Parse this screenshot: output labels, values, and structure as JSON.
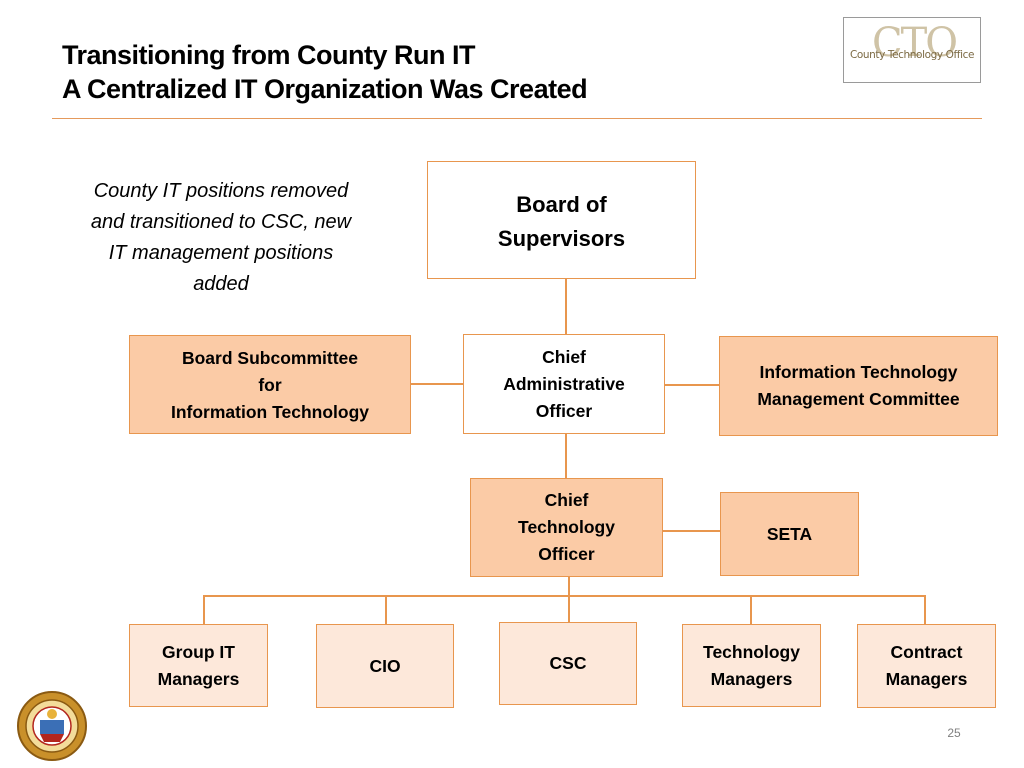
{
  "slide": {
    "title_line1": "Transitioning from County Run IT",
    "title_line2": "A Centralized IT Organization Was Created",
    "page_number": "25"
  },
  "logo": {
    "mark": "CTO",
    "text": "County Technology Office"
  },
  "note": {
    "lines": [
      "County IT positions removed",
      "and transitioned to CSC, new",
      "IT management positions",
      "added"
    ]
  },
  "org": {
    "board_of_supervisors": [
      "Board of",
      "Supervisors"
    ],
    "board_subcommittee": [
      "Board Subcommittee",
      "for",
      "Information Technology"
    ],
    "cao": [
      "Chief",
      "Administrative",
      "Officer"
    ],
    "itmc": [
      "Information Technology",
      "Management Committee"
    ],
    "cto": [
      "Chief",
      "Technology",
      "Officer"
    ],
    "seta": [
      "SETA"
    ],
    "group_it_managers": [
      "Group IT",
      "Managers"
    ],
    "cio": [
      "CIO"
    ],
    "csc": [
      "CSC"
    ],
    "technology_managers": [
      "Technology",
      "Managers"
    ],
    "contract_managers": [
      "Contract",
      "Managers"
    ]
  },
  "colors": {
    "accent": "#e8964e",
    "peach_fill": "#fbcba6",
    "light_fill": "#fde8da",
    "rule": "#e59a5c"
  },
  "icons": {
    "seal": "county-seal-icon"
  }
}
